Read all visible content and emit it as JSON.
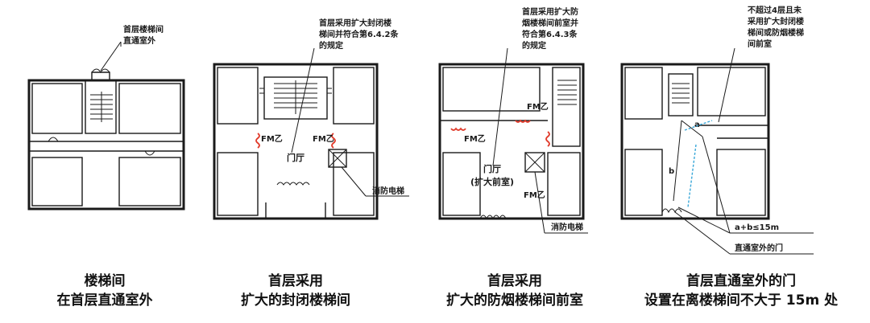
{
  "panels": [
    {
      "callout": [
        "首层楼梯间",
        "直通室外"
      ],
      "caption": [
        "楼梯间",
        "在首层直通室外"
      ]
    },
    {
      "callout": [
        "首层采用扩大封闭楼",
        "梯间并符合第6.4.2条",
        "的规定"
      ],
      "fm_labels": [
        "FM乙",
        "FM乙"
      ],
      "hall": "门厅",
      "elevator": "消防电梯",
      "caption": [
        "首层采用",
        "扩大的封闭楼梯间"
      ]
    },
    {
      "callout": [
        "首层采用扩大防",
        "烟楼梯间前室并",
        "符合第6.4.3条",
        "的规定"
      ],
      "fm_labels": [
        "FM乙",
        "FM乙",
        "FM乙"
      ],
      "hall": "门厅",
      "hall_sub": "(扩大前室)",
      "elevator": "消防电梯",
      "caption": [
        "首层采用",
        "扩大的防烟楼梯间前室"
      ]
    },
    {
      "callout": [
        "不超过4层且未",
        "采用扩大封闭楼",
        "梯间或防烟楼梯",
        "间前室"
      ],
      "dim_a": "a",
      "dim_b": "b",
      "formula": "a+b≤15m",
      "door_label": "直通室外的门",
      "caption": [
        "首层直通室外的门",
        "设置在离楼梯间不大于 15m 处"
      ]
    }
  ]
}
